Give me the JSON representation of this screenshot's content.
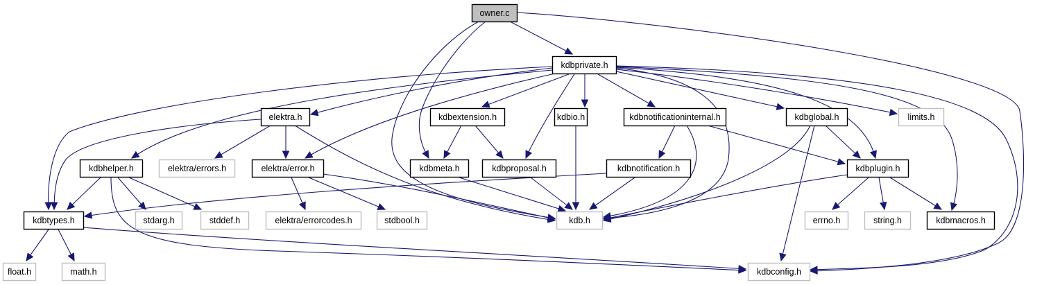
{
  "diagram": {
    "type": "include-dependency-graph",
    "colors": {
      "edge": "#191970",
      "root_fill": "#bfbfbf",
      "root_border": "#000000",
      "documented_border": "#000000",
      "external_border": "#bfbfbf",
      "node_fill": "#ffffff"
    },
    "nodes": [
      {
        "id": "owner_c",
        "label": "owner.c",
        "kind": "root"
      },
      {
        "id": "kdbprivate_h",
        "label": "kdbprivate.h",
        "kind": "documented"
      },
      {
        "id": "elektra_h",
        "label": "elektra.h",
        "kind": "documented"
      },
      {
        "id": "kdbextension_h",
        "label": "kdbextension.h",
        "kind": "documented"
      },
      {
        "id": "kdbio_h",
        "label": "kdbio.h",
        "kind": "documented"
      },
      {
        "id": "kdbnotificationinternal_h",
        "label": "kdbnotificationinternal.h",
        "kind": "documented"
      },
      {
        "id": "kdbglobal_h",
        "label": "kdbglobal.h",
        "kind": "documented"
      },
      {
        "id": "limits_h",
        "label": "limits.h",
        "kind": "external"
      },
      {
        "id": "kdbhelper_h",
        "label": "kdbhelper.h",
        "kind": "documented"
      },
      {
        "id": "elektra_errors_h",
        "label": "elektra/errors.h",
        "kind": "external"
      },
      {
        "id": "elektra_error_h",
        "label": "elektra/error.h",
        "kind": "documented"
      },
      {
        "id": "kdbmeta_h",
        "label": "kdbmeta.h",
        "kind": "documented"
      },
      {
        "id": "kdbproposal_h",
        "label": "kdbproposal.h",
        "kind": "documented"
      },
      {
        "id": "kdbnotification_h",
        "label": "kdbnotification.h",
        "kind": "documented"
      },
      {
        "id": "kdbplugin_h",
        "label": "kdbplugin.h",
        "kind": "documented"
      },
      {
        "id": "kdbtypes_h",
        "label": "kdbtypes.h",
        "kind": "documented"
      },
      {
        "id": "stdarg_h",
        "label": "stdarg.h",
        "kind": "external"
      },
      {
        "id": "stddef_h",
        "label": "stddef.h",
        "kind": "external"
      },
      {
        "id": "elektra_errorcodes_h",
        "label": "elektra/errorcodes.h",
        "kind": "external"
      },
      {
        "id": "stdbool_h",
        "label": "stdbool.h",
        "kind": "external"
      },
      {
        "id": "kdb_h",
        "label": "kdb.h",
        "kind": "external"
      },
      {
        "id": "errno_h",
        "label": "errno.h",
        "kind": "external"
      },
      {
        "id": "string_h",
        "label": "string.h",
        "kind": "external"
      },
      {
        "id": "kdbmacros_h",
        "label": "kdbmacros.h",
        "kind": "documented"
      },
      {
        "id": "float_h",
        "label": "float.h",
        "kind": "external"
      },
      {
        "id": "math_h",
        "label": "math.h",
        "kind": "external"
      },
      {
        "id": "kdbconfig_h",
        "label": "kdbconfig.h",
        "kind": "external"
      }
    ],
    "edges": [
      {
        "from": "owner_c",
        "to": "kdbprivate_h"
      },
      {
        "from": "owner_c",
        "to": "kdbmeta_h"
      },
      {
        "from": "owner_c",
        "to": "kdb_h"
      },
      {
        "from": "owner_c",
        "to": "kdbconfig_h"
      },
      {
        "from": "kdbprivate_h",
        "to": "elektra_h"
      },
      {
        "from": "kdbprivate_h",
        "to": "kdbextension_h"
      },
      {
        "from": "kdbprivate_h",
        "to": "kdbio_h"
      },
      {
        "from": "kdbprivate_h",
        "to": "kdbnotificationinternal_h"
      },
      {
        "from": "kdbprivate_h",
        "to": "kdbglobal_h"
      },
      {
        "from": "kdbprivate_h",
        "to": "limits_h"
      },
      {
        "from": "kdbprivate_h",
        "to": "kdbhelper_h"
      },
      {
        "from": "kdbprivate_h",
        "to": "elektra_error_h"
      },
      {
        "from": "kdbprivate_h",
        "to": "kdbproposal_h"
      },
      {
        "from": "kdbprivate_h",
        "to": "kdbplugin_h"
      },
      {
        "from": "kdbprivate_h",
        "to": "kdbtypes_h"
      },
      {
        "from": "kdbprivate_h",
        "to": "kdb_h"
      },
      {
        "from": "kdbprivate_h",
        "to": "kdbmacros_h"
      },
      {
        "from": "kdbprivate_h",
        "to": "kdbconfig_h"
      },
      {
        "from": "elektra_h",
        "to": "elektra_errors_h"
      },
      {
        "from": "elektra_h",
        "to": "elektra_error_h"
      },
      {
        "from": "elektra_h",
        "to": "kdbtypes_h"
      },
      {
        "from": "elektra_h",
        "to": "kdb_h"
      },
      {
        "from": "kdbextension_h",
        "to": "kdbmeta_h"
      },
      {
        "from": "kdbextension_h",
        "to": "kdbproposal_h"
      },
      {
        "from": "kdbio_h",
        "to": "kdb_h"
      },
      {
        "from": "kdbnotificationinternal_h",
        "to": "kdbnotification_h"
      },
      {
        "from": "kdbnotificationinternal_h",
        "to": "kdbplugin_h"
      },
      {
        "from": "kdbnotificationinternal_h",
        "to": "kdb_h"
      },
      {
        "from": "kdbglobal_h",
        "to": "kdbplugin_h"
      },
      {
        "from": "kdbglobal_h",
        "to": "kdb_h"
      },
      {
        "from": "kdbglobal_h",
        "to": "kdbconfig_h"
      },
      {
        "from": "kdbhelper_h",
        "to": "kdbtypes_h"
      },
      {
        "from": "kdbhelper_h",
        "to": "stdarg_h"
      },
      {
        "from": "kdbhelper_h",
        "to": "stddef_h"
      },
      {
        "from": "kdbhelper_h",
        "to": "kdbconfig_h"
      },
      {
        "from": "elektra_error_h",
        "to": "elektra_errorcodes_h"
      },
      {
        "from": "elektra_error_h",
        "to": "stdbool_h"
      },
      {
        "from": "elektra_error_h",
        "to": "kdb_h"
      },
      {
        "from": "kdbmeta_h",
        "to": "kdb_h"
      },
      {
        "from": "kdbproposal_h",
        "to": "kdb_h"
      },
      {
        "from": "kdbnotification_h",
        "to": "kdbtypes_h"
      },
      {
        "from": "kdbnotification_h",
        "to": "kdb_h"
      },
      {
        "from": "kdbplugin_h",
        "to": "errno_h"
      },
      {
        "from": "kdbplugin_h",
        "to": "string_h"
      },
      {
        "from": "kdbplugin_h",
        "to": "kdbmacros_h"
      },
      {
        "from": "kdbplugin_h",
        "to": "kdb_h"
      },
      {
        "from": "kdbtypes_h",
        "to": "float_h"
      },
      {
        "from": "kdbtypes_h",
        "to": "math_h"
      },
      {
        "from": "kdbtypes_h",
        "to": "kdbconfig_h"
      }
    ]
  }
}
